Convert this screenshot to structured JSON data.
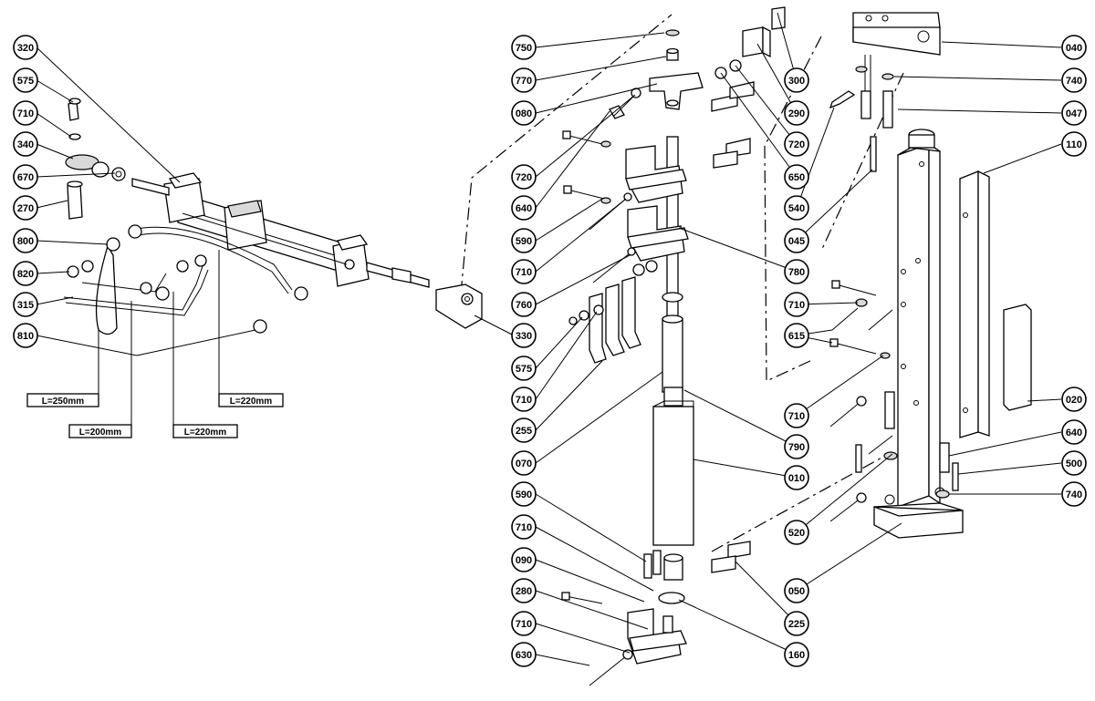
{
  "balloons": [
    {
      "id": "320"
    },
    {
      "id": "575"
    },
    {
      "id": "710"
    },
    {
      "id": "340"
    },
    {
      "id": "670"
    },
    {
      "id": "270"
    },
    {
      "id": "800"
    },
    {
      "id": "820"
    },
    {
      "id": "315"
    },
    {
      "id": "810"
    },
    {
      "id": "750"
    },
    {
      "id": "770"
    },
    {
      "id": "080"
    },
    {
      "id": "720"
    },
    {
      "id": "640"
    },
    {
      "id": "590"
    },
    {
      "id": "710"
    },
    {
      "id": "760"
    },
    {
      "id": "575"
    },
    {
      "id": "710"
    },
    {
      "id": "255"
    },
    {
      "id": "070"
    },
    {
      "id": "590"
    },
    {
      "id": "710"
    },
    {
      "id": "090"
    },
    {
      "id": "280"
    },
    {
      "id": "710"
    },
    {
      "id": "630"
    },
    {
      "id": "330"
    },
    {
      "id": "300"
    },
    {
      "id": "290"
    },
    {
      "id": "720"
    },
    {
      "id": "650"
    },
    {
      "id": "540"
    },
    {
      "id": "045"
    },
    {
      "id": "780"
    },
    {
      "id": "710"
    },
    {
      "id": "615"
    },
    {
      "id": "710"
    },
    {
      "id": "790"
    },
    {
      "id": "010"
    },
    {
      "id": "520"
    },
    {
      "id": "050"
    },
    {
      "id": "225"
    },
    {
      "id": "160"
    },
    {
      "id": "040"
    },
    {
      "id": "740"
    },
    {
      "id": "047"
    },
    {
      "id": "110"
    },
    {
      "id": "020"
    },
    {
      "id": "640"
    },
    {
      "id": "500"
    },
    {
      "id": "740"
    }
  ],
  "length_labels": [
    {
      "text": "L=250mm"
    },
    {
      "text": "L=220mm"
    },
    {
      "text": "L=200mm"
    },
    {
      "text": "L=220mm"
    }
  ]
}
